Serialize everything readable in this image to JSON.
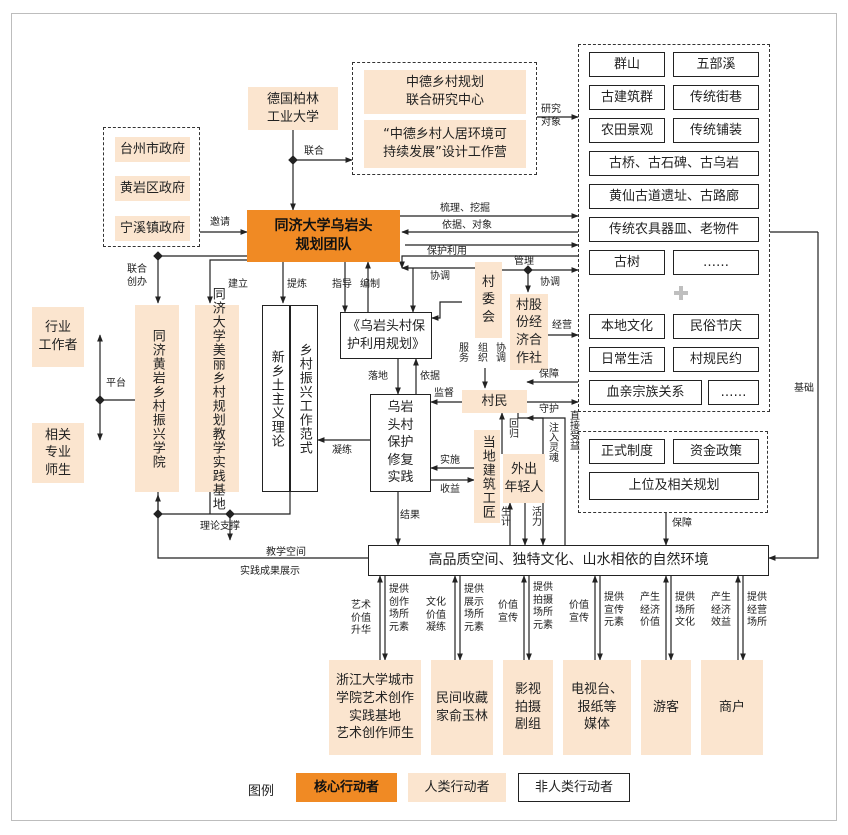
{
  "nodes": {
    "core_team": "同济大学乌岩头\n规划团队",
    "berlin": "德国柏林\n工业大学",
    "research_center": "中德乡村规划\n联合研究中心",
    "workshop": "“中德乡村人居环境可\n持续发展”设计工作营",
    "taizhou": "台州市政府",
    "huangyan": "黄岩区政府",
    "ningxi": "宁溪镇政府",
    "industry": "行业\n工作者",
    "students": "相关\n专业\n师生",
    "academy": "同济黄岩乡村振兴学院",
    "teaching_base": "同济大学美丽乡村规划教学实践基地",
    "theory": "新乡土主义理论",
    "paradigm": "乡村振兴工作范式",
    "plan": "《乌岩头村保\n护利用规划》",
    "repair": "乌岩\n头村\n保护\n修复\n实践",
    "village_committee": "村\n委\n会",
    "coop": "村股\n份经\n济合\n作社",
    "villagers": "村民",
    "craftsmen": "当地建筑工匠",
    "youth": "外出\n年轻人",
    "environment": "高品质空间、独特文化、山水相依的自然环境",
    "zju": "浙江大学城市\n学院艺术创作\n实践基地\n艺术创作师生",
    "collector": "民间收藏\n家俞玉林",
    "film": "影视\n拍摄\n剧组",
    "media": "电视台、\n报纸等\n媒体",
    "tourists": "游客",
    "merchants": "商户"
  },
  "resources": [
    "群山",
    "五部溪",
    "古建筑群",
    "传统街巷",
    "农田景观",
    "传统铺装",
    "古桥、古石碑、古乌岩",
    "黄仙古道遗址、古路廊",
    "传统农具器皿、老物件",
    "古树",
    "……",
    "本地文化",
    "民俗节庆",
    "日常生活",
    "村规民约",
    "血亲宗族关系",
    "……"
  ],
  "institutions": [
    "正式制度",
    "资金政策",
    "上位及相关规划"
  ],
  "labels": {
    "lianhe": "联合",
    "yaoqing": "邀请",
    "lianhe_chuangban": "联合\n创办",
    "jianli": "建立",
    "tilian": "提炼",
    "zhidao": "指导",
    "bianzhi": "编制",
    "shuli": "梳理、挖掘",
    "yiju_duixiang": "依据、对象",
    "baohu_liyong": "保护利用",
    "guanli": "管理",
    "xietiao1": "协调",
    "xietiao2": "协调",
    "yanjiu": "研究\n对象",
    "jingying": "经营",
    "fuwu": "服务",
    "zuzhi": "组织",
    "luodi": "落地",
    "yiju": "依据",
    "jiandu": "监督",
    "baozhang1": "保障",
    "shouhu": "守护",
    "ninglian": "凝练",
    "shishi": "实施",
    "shouyi": "收益",
    "huigui": "回归",
    "zhuru": "注入灵魂",
    "zhijie": "直接受益",
    "shengji": "生计",
    "huoli": "活力",
    "jieguo": "结果",
    "pingtai": "平台",
    "lilun": "理论支撑",
    "jiaoxue": "教学空间",
    "chengguo": "实践成果展示",
    "jichu": "基础",
    "baozhang2": "保障",
    "b1": "艺术\n价值\n升华",
    "b2": "提供\n创作\n场所\n元素",
    "b3": "文化\n价值\n凝练",
    "b4": "提供\n展示\n场所\n元素",
    "b5": "价值\n宣传",
    "b6": "提供\n拍摄\n场所\n元素",
    "b7": "价值\n宣传",
    "b8": "提供\n宣传\n元素",
    "b9": "产生\n经济\n价值",
    "b10": "提供\n场所\n文化",
    "b11": "产生\n经济\n效益",
    "b12": "提供\n经营\n场所"
  },
  "legend": {
    "title": "图例",
    "core": "核心行动者",
    "human": "人类行动者",
    "nonhuman": "非人类行动者"
  }
}
